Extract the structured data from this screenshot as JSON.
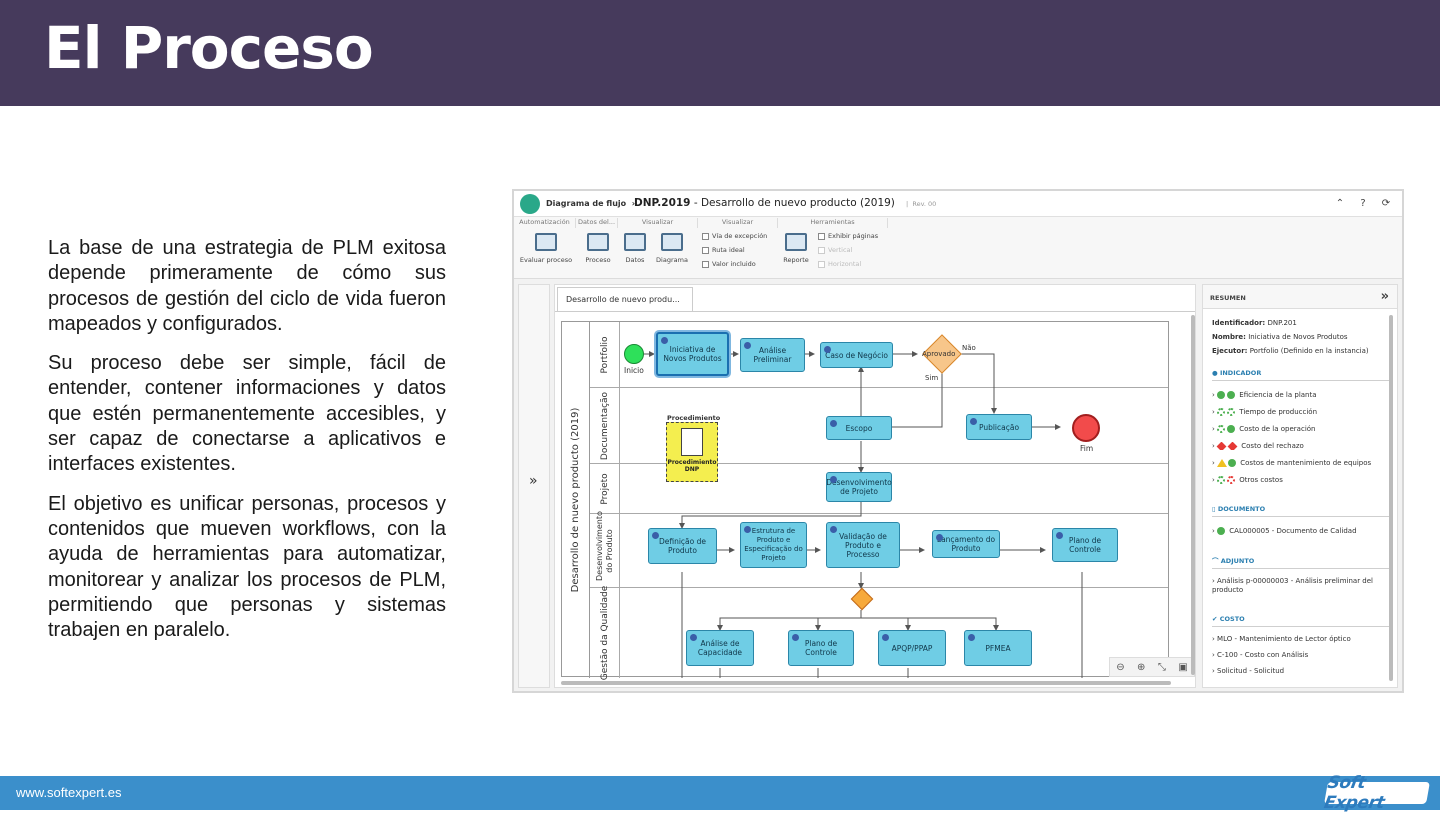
{
  "slide": {
    "title": "El Proceso",
    "paragraphs": [
      "La base de una estrategia de PLM exitosa depende primeramente de cómo sus procesos de gestión del ciclo de vida fueron mapeados y configurados.",
      "Su proceso debe ser simple, fácil de entender, contener informaciones y datos que estén permanentemente accesibles, y ser capaz de conectarse a aplicativos e interfaces existentes.",
      "El objetivo es unificar personas, procesos y contenidos que mueven workflows, con la ayuda de herramientas para automatizar, monitorear y analizar los procesos de PLM, permitiendo que personas y sistemas trabajen en paralelo."
    ],
    "footer_url": "www.softexpert.es",
    "logo_text": "Soft Expert",
    "colors": {
      "header": "#463a5c",
      "footer": "#3b8fcb"
    }
  },
  "app": {
    "breadcrumb": "Diagrama de flujo",
    "separator": "›",
    "code": "DNP.2019",
    "title": " - Desarrollo de nuevo producto (2019)",
    "pipe": "|",
    "rev": "Rev. 00",
    "icons": [
      "chevrons-up-icon",
      "help-icon",
      "refresh-icon"
    ],
    "ribbon": {
      "groups": [
        "Automatización",
        "Datos del...",
        "Visualizar",
        "Visualizar",
        "Herramientas"
      ],
      "buttons": [
        "Evaluar proceso",
        "Proceso",
        "Datos",
        "Diagrama",
        "Reporte"
      ],
      "checks": [
        "Vía de excepción",
        "Ruta ideal",
        "Valor incluido"
      ],
      "tool_checks": [
        "Exhibir páginas",
        "Vertical",
        "Horizontal"
      ]
    },
    "diagram": {
      "tab": "Desarrollo de nuevo produ...",
      "pool": "Desarrollo de nuevo producto (2019)",
      "lanes": [
        "Portfolio",
        "Documentação",
        "Projeto",
        "Desenvolvimento do Produto",
        "Gestão da Qualidade"
      ],
      "start": "Inicio",
      "end": "Fim",
      "gateway": "Aprovado",
      "gw_no": "Não",
      "gw_yes": "Sim",
      "doc_title": "Procedimiento",
      "doc_label": "Procedimiento DNP",
      "tasks": {
        "t1": "Iniciativa de Novos Produtos",
        "t2": "Análise Preliminar",
        "t3": "Caso de Negócio",
        "t4": "Escopo",
        "t5": "Publicação",
        "t6": "Desenvolvimento de Projeto",
        "t7": "Definição de Produto",
        "t8": "Estrutura de Produto e Especificação do Projeto",
        "t9": "Validação de Produto e Processo",
        "t10": "Lançamento do Produto",
        "t11": "Plano de Controle",
        "t12": "Análise de Capacidade",
        "t13": "Plano de Controle",
        "t14": "APQP/PPAP",
        "t15": "PFMEA"
      },
      "zoom_icons": [
        "zoom-out-icon",
        "zoom-in-icon",
        "fit-icon",
        "image-icon"
      ]
    },
    "panel": {
      "header": "RESUMEN",
      "id_label": "Identificador:",
      "id_value": "DNP.201",
      "name_label": "Nombre:",
      "name_value": "Iniciativa de Novos Produtos",
      "exec_label": "Ejecutor:",
      "exec_value": "Portfolio (Definido en la instancia)",
      "indicator_title": "INDICADOR",
      "indicators": [
        "Eficiencia de la planta",
        "Tiempo de producción",
        "Costo de la operación",
        "Costo del rechazo",
        "Costos de mantenimiento de equipos",
        "Otros costos"
      ],
      "document_title": "DOCUMENTO",
      "document": "CAL000005 - Documento de Calidad",
      "attachment_title": "ADJUNTO",
      "attachment": "Análisis p-00000003 - Análisis preliminar del producto",
      "cost_title": "COSTO",
      "costs": [
        "MLO - Mantenimiento de Lector óptico",
        "C-100 - Costo con Análisis",
        "Solicitud - Solicitud"
      ]
    }
  }
}
